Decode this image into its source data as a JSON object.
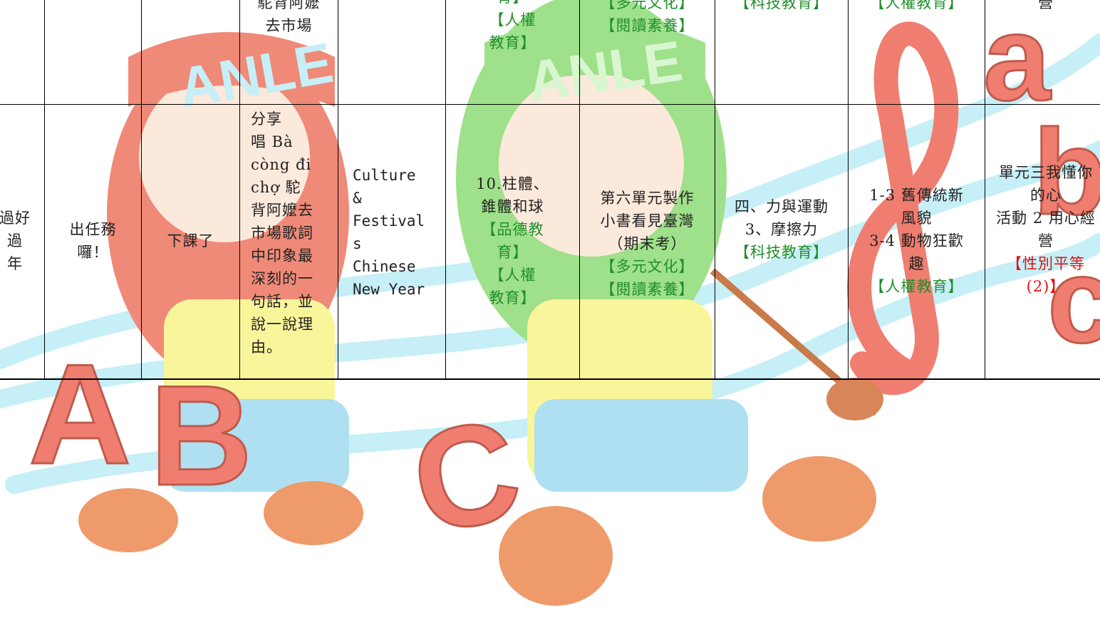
{
  "row1": {
    "c2": [
      "駝背阿嬤",
      "去市場"
    ],
    "c4": [
      "育】",
      "【人權",
      "教育】"
    ],
    "c5": [
      "【多元文化】",
      "【閱讀素養】"
    ],
    "c6": [
      "【科技教育】"
    ],
    "c7": [
      "【人權教育】"
    ],
    "c8": [
      "營"
    ]
  },
  "row2": {
    "c0": [
      "過好",
      "過",
      "年"
    ],
    "c1": [
      "出任務",
      "囉！"
    ],
    "c2": [
      "下課了"
    ],
    "c3": [
      "分享",
      "唱 Bà",
      "còng đi",
      "chợ 駝",
      "背阿嬤去",
      "市場歌詞",
      "中印象最",
      "深刻的一",
      "句話，並",
      "說一說理",
      "由。"
    ],
    "c4": [
      "Culture",
      "&",
      "Festival",
      "s",
      "Chinese",
      "New Year"
    ],
    "c5": [
      "10.柱體、",
      "錐體和球",
      "【品德教",
      "育】",
      "【人權",
      "教育】"
    ],
    "c6": [
      "第六單元製作",
      "小書看見臺灣",
      "（期末考）",
      "【多元文化】",
      "【閱讀素養】"
    ],
    "c7": [
      "四、力與運動",
      "3、摩擦力",
      "【科技教育】"
    ],
    "c8": [
      "1-3 舊傳統新",
      "風貌",
      "3-4 動物狂歡",
      "趣",
      "【人權教育】"
    ],
    "c9": [
      "單元三我懂你",
      "的心",
      "活動 2 用心經",
      "營",
      "【性別平等",
      "(2)】"
    ]
  },
  "watermark": {
    "banner_text": "ANLE",
    "letters": [
      "A",
      "B",
      "C",
      "a",
      "b",
      "c"
    ],
    "colors": {
      "red": "#ef8a78",
      "green": "#9fe08a",
      "skin": "#fbe9dc",
      "yellow": "#f9f59a",
      "blue": "#aee0f2",
      "ribbon": "#c6eff7"
    }
  }
}
